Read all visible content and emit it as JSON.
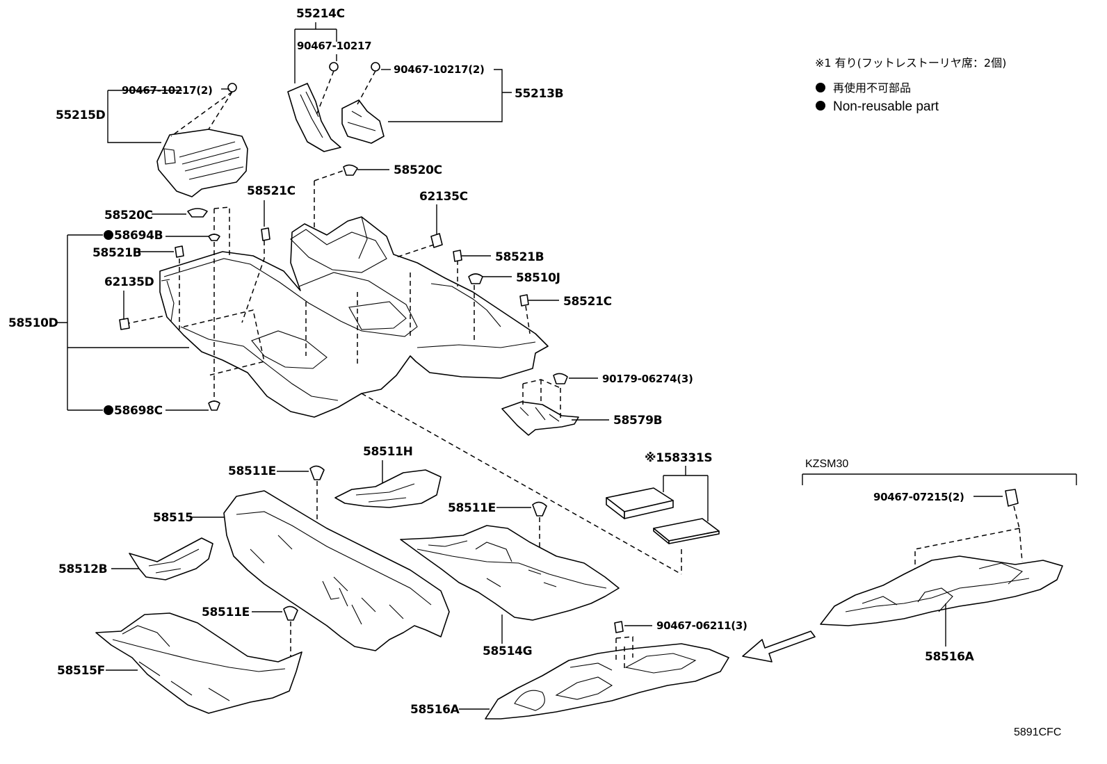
{
  "notes": {
    "ref_note": "※1 有り(フットレストーリヤ席：2個)",
    "legend_jp": "再使用不可部品",
    "legend_en": "Non-reusable part",
    "variant_label": "KZSM30"
  },
  "callouts": {
    "p55214C": "55214C",
    "p90467_10217": "90467-10217",
    "p90467_10217_2a": "90467-10217(2)",
    "p90467_10217_2b": "90467-10217(2)",
    "p55213B": "55213B",
    "p55215D": "55215D",
    "p58520C_a": "58520C",
    "p58520C_b": "58520C",
    "p58521C_a": "58521C",
    "p62135C": "62135C",
    "p58694B": "58694B",
    "p58521B_a": "58521B",
    "p58521B_b": "58521B",
    "p58510J": "58510J",
    "p62135D": "62135D",
    "p58521C_b": "58521C",
    "p58510D": "58510D",
    "p90179_06274": "90179-06274(3)",
    "p58698C": "58698C",
    "p58579B": "58579B",
    "p58511H": "58511H",
    "p58331S": "※158331S",
    "p58511E_a": "58511E",
    "p58511E_b": "58511E",
    "p58511E_c": "58511E",
    "p58515": "58515",
    "p90467_07215": "90467-07215(2)",
    "p58512B": "58512B",
    "p58514G": "58514G",
    "p58515F": "58515F",
    "p90467_06211": "90467-06211(3)",
    "p58516A_a": "58516A",
    "p58516A_b": "58516A"
  },
  "figure_code": "5891CFC"
}
